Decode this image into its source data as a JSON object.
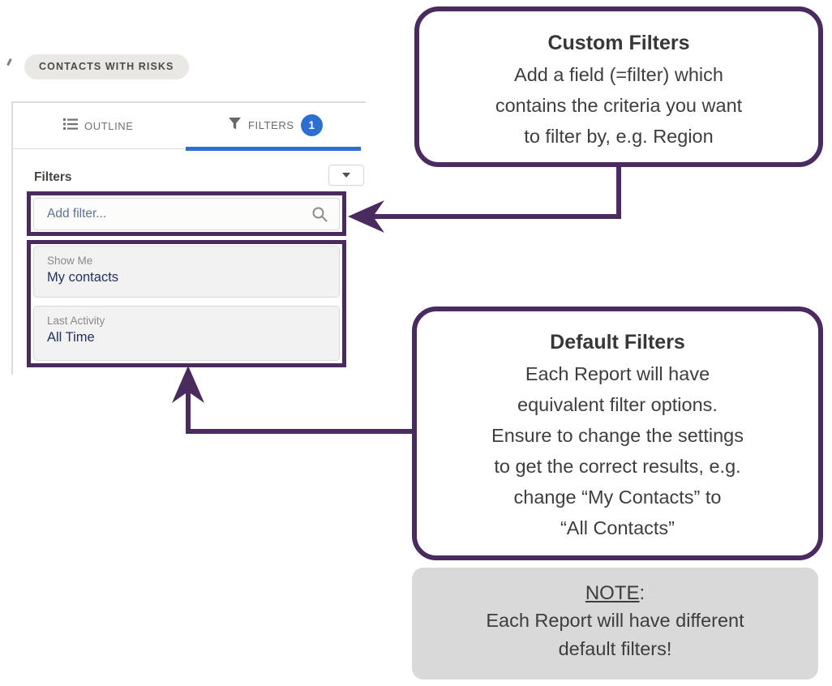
{
  "colors": {
    "annotation_purple": "#4a2b60",
    "tab_active_blue": "#2c6fd1",
    "badge_blue": "#2c6fd1",
    "filter_value_navy": "#22325f",
    "note_gray_bg": "#d9d9d9",
    "pill_bg": "#e9e8e5"
  },
  "icons": {
    "outline_tab": "list-icon",
    "filters_tab": "funnel-icon",
    "search": "search-icon",
    "filters_menu": "chevron-down-icon"
  },
  "report_pill": {
    "label": "CONTACTS WITH RISKS"
  },
  "panel": {
    "tabs": [
      {
        "label": "OUTLINE",
        "active": false
      },
      {
        "label": "FILTERS",
        "badge": "1",
        "active": true
      }
    ],
    "filters_heading": "Filters",
    "search": {
      "placeholder": "Add filter..."
    },
    "default_filters": [
      {
        "label": "Show Me",
        "value": "My contacts"
      },
      {
        "label": "Last Activity",
        "value": "All Time"
      }
    ]
  },
  "callouts": {
    "custom": {
      "title": "Custom Filters",
      "body_lines": [
        "Add a field (=filter) which",
        "contains the criteria you want",
        "to filter by, e.g. Region"
      ]
    },
    "default": {
      "title": "Default Filters",
      "body_lines": [
        "Each Report will have",
        "equivalent filter options.",
        "Ensure to change the settings",
        "to get the correct results, e.g.",
        "change “My Contacts” to",
        "“All Contacts”"
      ]
    },
    "note": {
      "title": "NOTE",
      "title_suffix": ":",
      "body_lines": [
        "Each Report will have different",
        "default filters!"
      ]
    }
  }
}
